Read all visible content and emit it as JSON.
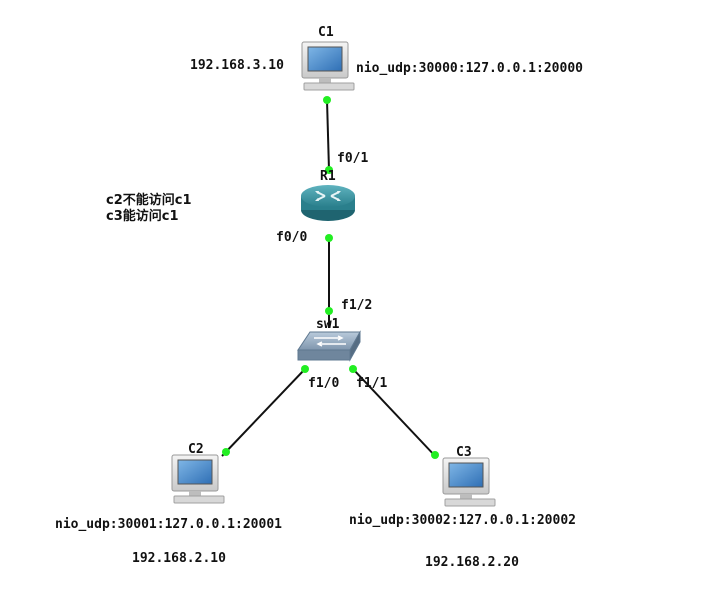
{
  "nodes": {
    "c1": {
      "name": "C1",
      "ip": "192.168.3.10",
      "nio": "nio_udp:30000:127.0.0.1:20000"
    },
    "r1": {
      "name": "R1"
    },
    "sw1": {
      "name": "sw1"
    },
    "c2": {
      "name": "C2",
      "ip": "192.168.2.10",
      "nio": "nio_udp:30001:127.0.0.1:20001"
    },
    "c3": {
      "name": "C3",
      "ip": "192.168.2.20",
      "nio": "nio_udp:30002:127.0.0.1:20002"
    }
  },
  "ports": {
    "r1_up": "f0/1",
    "r1_down": "f0/0",
    "sw_up": "f1/2",
    "sw_left": "f1/0",
    "sw_right": "f1/1"
  },
  "notes": [
    "c2不能访问c1",
    "c3能访问c1"
  ],
  "colors": {
    "link": "#111111",
    "port_dot": "#22ee22",
    "router": "#2a7f8c",
    "switch": "#7f96ad",
    "pc_screen": "#4a86c8"
  }
}
